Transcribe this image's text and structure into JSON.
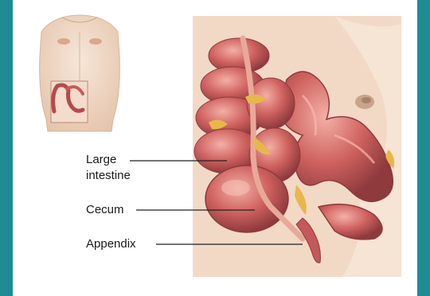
{
  "labels": {
    "large_intestine_line1": "Large",
    "large_intestine_line2": "intestine",
    "cecum": "Cecum",
    "appendix": "Appendix"
  },
  "colors": {
    "frame_teal": "#1f8b93",
    "background": "#ffffff",
    "skin": "#f2dccb",
    "intestine": "#c9575a",
    "intestine_light": "#e58f8a",
    "fat_yellow": "#e6b84a",
    "text": "#1a1a1a"
  }
}
